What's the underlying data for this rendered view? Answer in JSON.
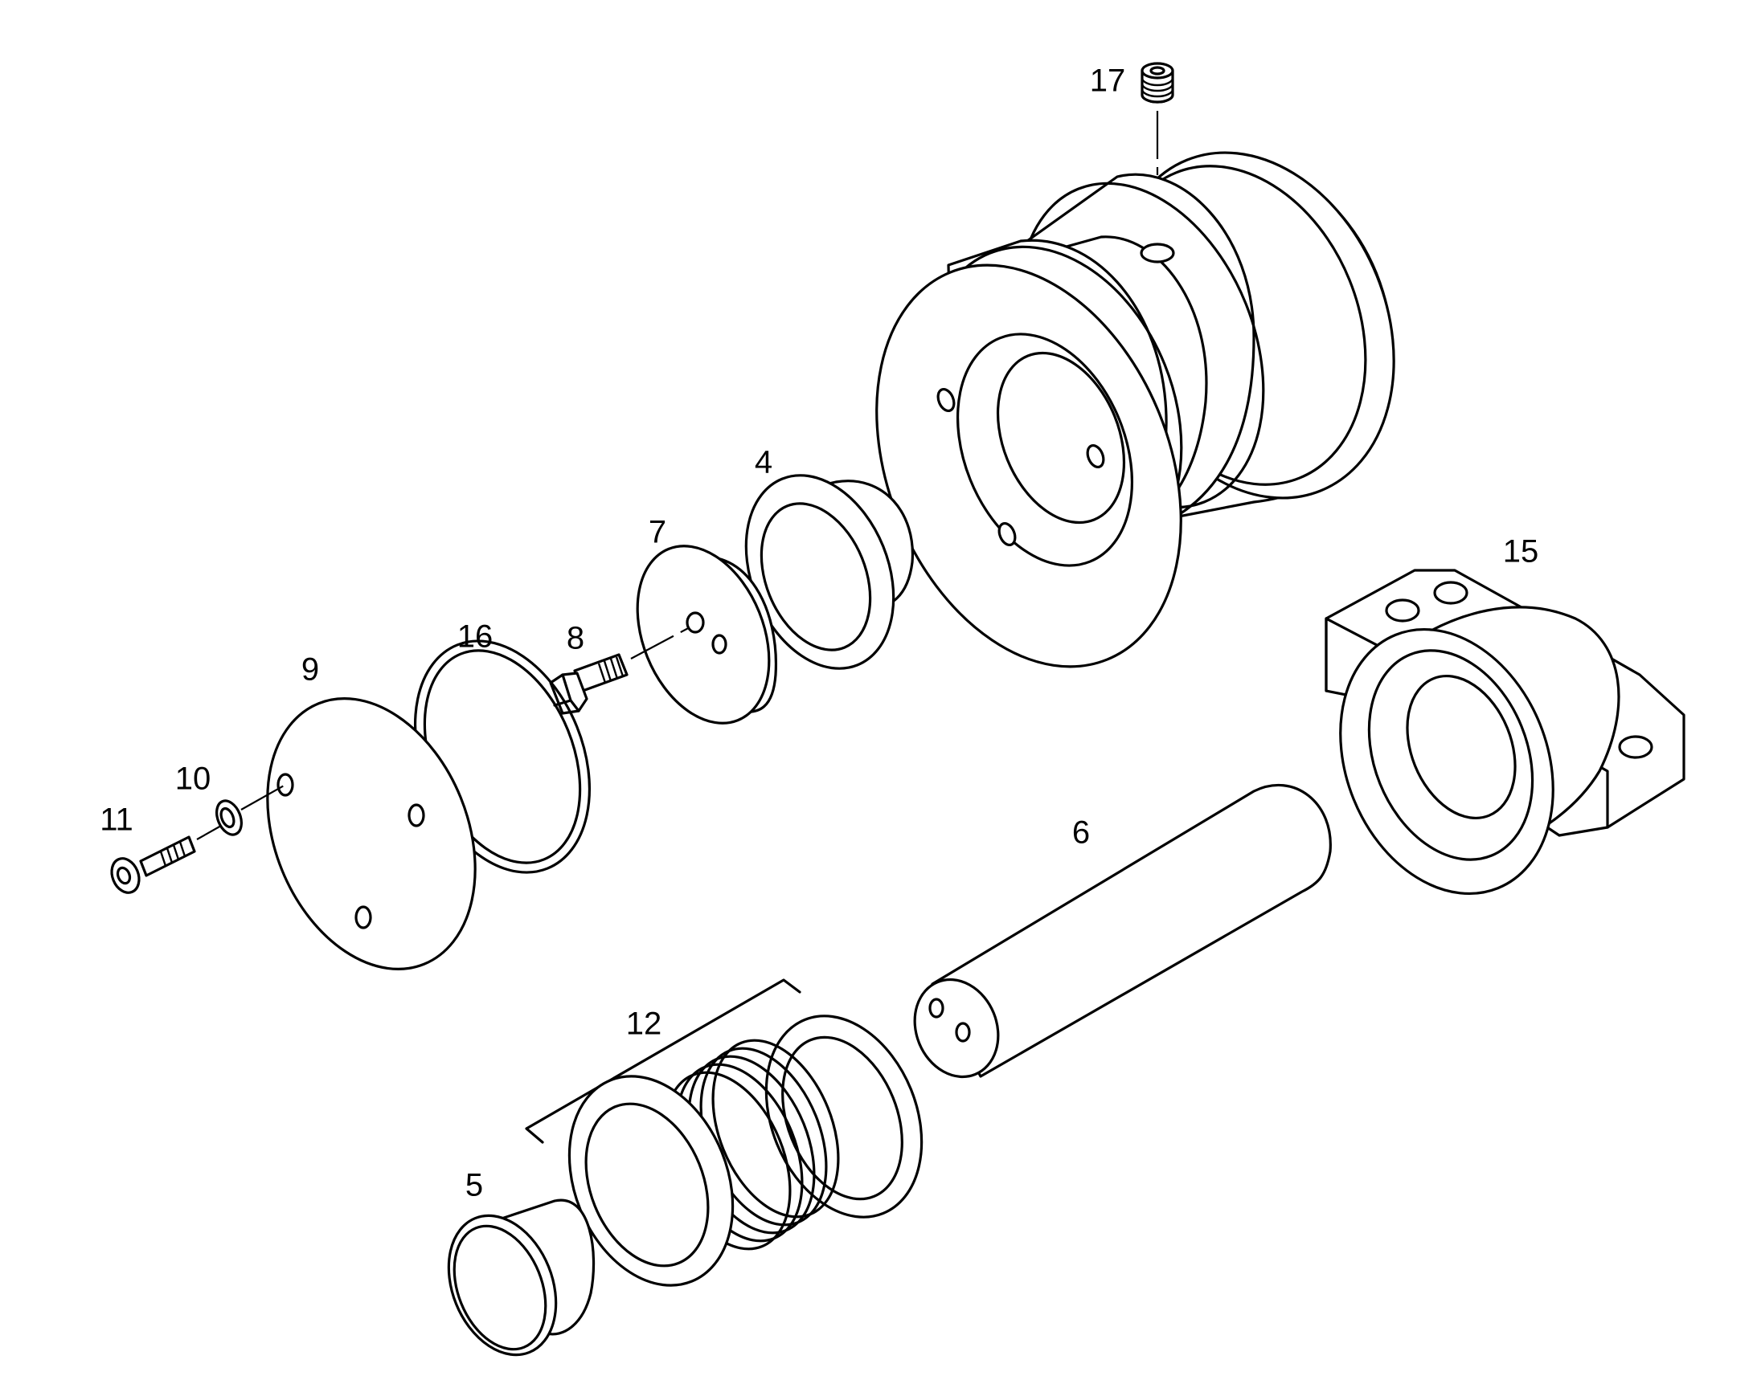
{
  "callouts": {
    "c4": "4",
    "c5": "5",
    "c6": "6",
    "c7": "7",
    "c8": "8",
    "c9": "9",
    "c10": "10",
    "c11": "11",
    "c12": "12",
    "c15": "15",
    "c16": "16",
    "c17": "17"
  },
  "colors": {
    "line": "#000000",
    "background": "#ffffff"
  }
}
